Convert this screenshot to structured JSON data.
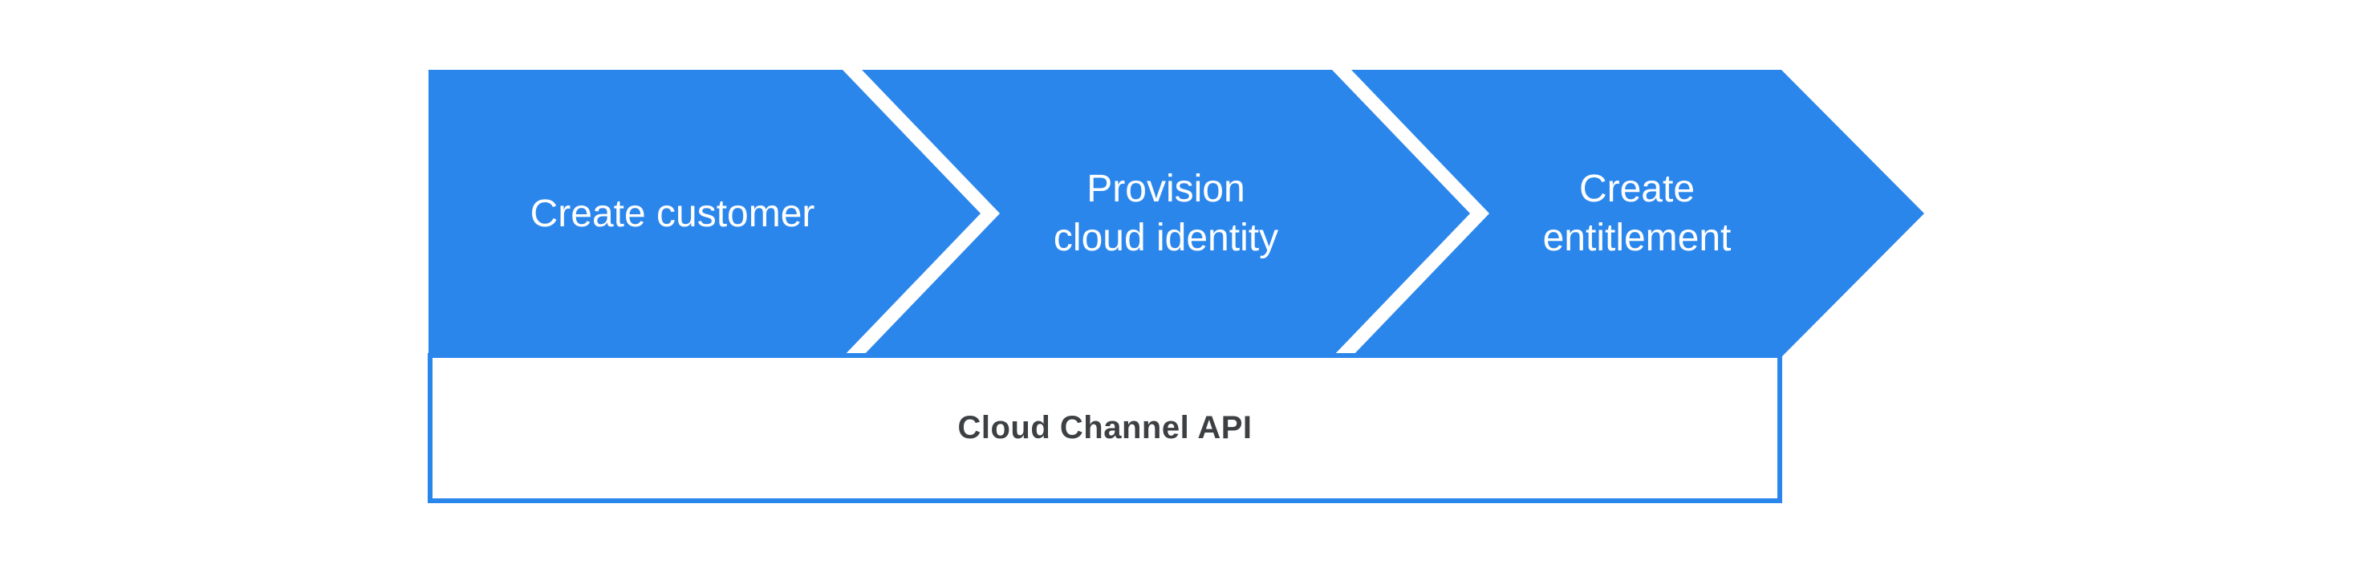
{
  "diagram": {
    "steps": [
      {
        "label_lines": [
          "Create customer",
          ""
        ]
      },
      {
        "label_lines": [
          "Provision",
          "cloud identity"
        ]
      },
      {
        "label_lines": [
          "Create",
          "entitlement"
        ]
      }
    ],
    "api_box": {
      "label": "Cloud Channel API"
    },
    "colors": {
      "chevron_blue": "#2b86ec",
      "box_border_blue": "#2b86ec",
      "step_text": "#ffffff",
      "box_text": "#3c4043",
      "background": "#ffffff"
    }
  }
}
